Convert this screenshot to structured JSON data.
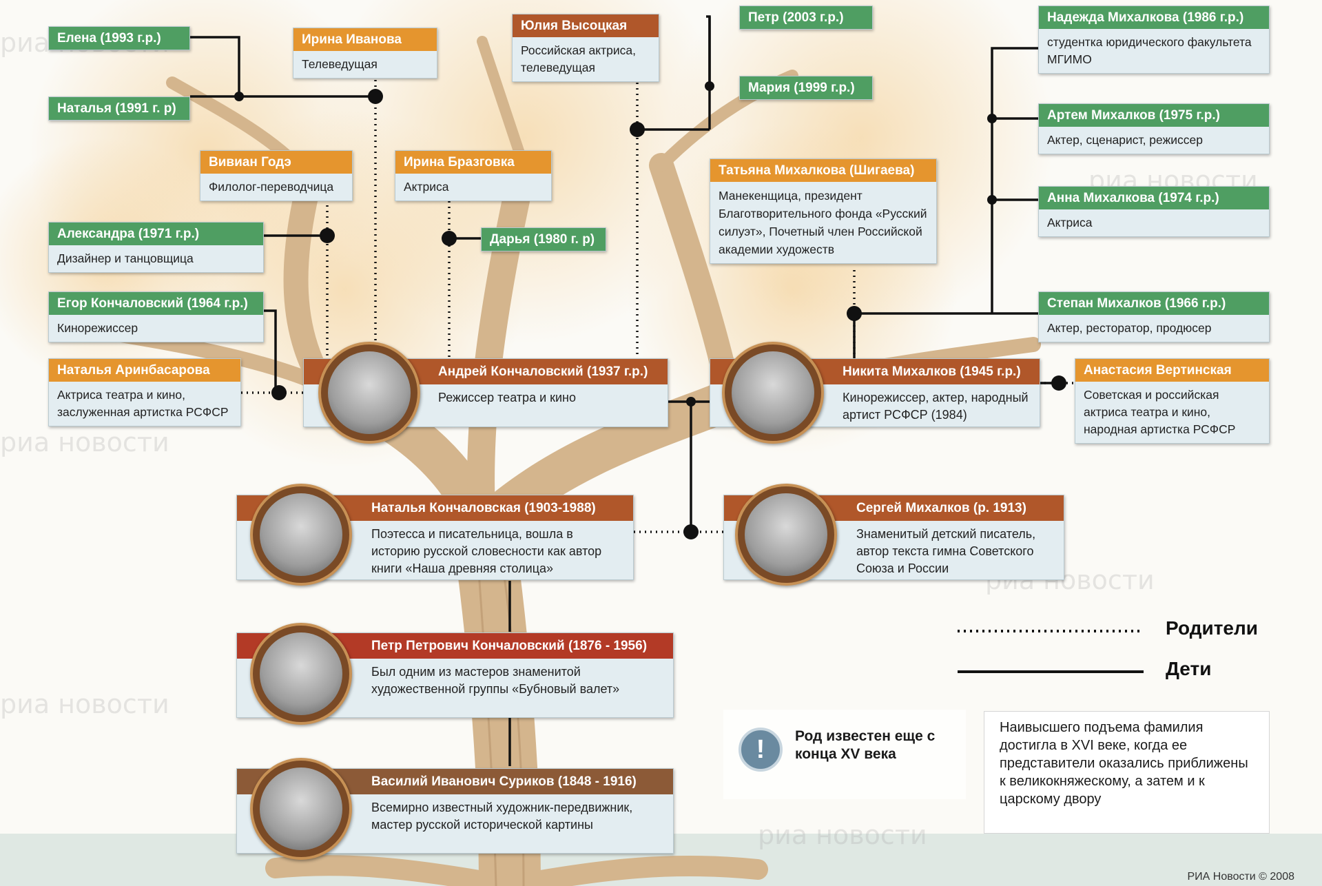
{
  "cards": {
    "elena": {
      "title": "Елена (1993 г.р.)"
    },
    "natalya_91": {
      "title": "Наталья (1991 г. р)"
    },
    "irina_ivanova": {
      "title": "Ирина Иванова",
      "desc": "Телеведущая"
    },
    "yulia": {
      "title": "Юлия Высоцкая",
      "desc": "Российская актриса, телеведущая"
    },
    "petr_2003": {
      "title": "Петр (2003 г.р.)"
    },
    "maria": {
      "title": "Мария (1999 г.р.)"
    },
    "nadezhda": {
      "title": "Надежда Михалкова (1986 г.р.)",
      "desc": "студентка юридического факультета МГИМО"
    },
    "artem": {
      "title": "Артем Михалков (1975 г.р.)",
      "desc": "Актер, сценарист, режиссер"
    },
    "anna": {
      "title": "Анна Михалкова (1974 г.р.)",
      "desc": "Актриса"
    },
    "vivian": {
      "title": "Вивиан Годэ",
      "desc": "Филолог-переводчица"
    },
    "irina_brazgovka": {
      "title": "Ирина Бразговка",
      "desc": "Актриса"
    },
    "tatyana": {
      "title": "Татьяна Михалкова (Шигаева)",
      "desc": "Манекенщица, президент Благотворительного фонда «Русский силуэт», Почетный член Российской академии художеств"
    },
    "alexandra": {
      "title": "Александра (1971 г.р.)",
      "desc": "Дизайнер и танцовщица"
    },
    "darya": {
      "title": "Дарья (1980 г. р)"
    },
    "egor": {
      "title": "Егор Кончаловский (1964 г.р.)",
      "desc": "Кинорежиссер"
    },
    "stepan": {
      "title": "Степан Михалков (1966 г.р.)",
      "desc": "Актер, ресторатор, продюсер"
    },
    "natalya_arinbasarova": {
      "title": "Наталья Аринбасарова",
      "desc": "Актриса театра и кино, заслуженная артистка РСФСР"
    },
    "andrei": {
      "title": "Андрей Кончаловский (1937 г.р.)",
      "desc": "Режиссер театра и кино"
    },
    "nikita": {
      "title": "Никита Михалков (1945 г.р.)",
      "desc": "Кинорежиссер, актер, народный артист РСФСР (1984)"
    },
    "anastasia": {
      "title": "Анастасия Вертинская",
      "desc": "Советская и российская актриса театра и кино, народная артистка РСФСР"
    },
    "natalya_konchalovskaya": {
      "title": "Наталья Кончаловская (1903-1988)",
      "desc": "Поэтесса и писательница, вошла в историю русской словесности как автор книги «Наша древняя столица»"
    },
    "sergei": {
      "title": "Сергей Михалков (р. 1913)",
      "desc": "Знаменитый детский писатель, автор текста гимна Советского Союза и России"
    },
    "petr_petrovich": {
      "title": "Петр Петрович Кончаловский (1876 - 1956)",
      "desc": "Был одним из мастеров знаменитой художественной группы «Бубновый валет»"
    },
    "vasily": {
      "title": "Василий Иванович Суриков (1848 - 1916)",
      "desc": "Всемирно известный художник-передвижник, мастер русской исторической картины"
    }
  },
  "legend": {
    "parents": "Родители",
    "children": "Дети"
  },
  "note_small": "Род известен еще с конца XV века",
  "note_big": "Наивысшего подъема фамилия достигла в XVI веке, когда ее представители оказались приближены к великокняжескому, а затем и к царскому двору",
  "watermark": "риа новости",
  "credit": "РИА Новости © 2008",
  "colors": {
    "green": "#4f9e62",
    "orange": "#e5952e",
    "brown": "#b0572a",
    "red": "#b33a26",
    "bronze": "#8c5a37",
    "card_bg": "#e3edf1"
  }
}
